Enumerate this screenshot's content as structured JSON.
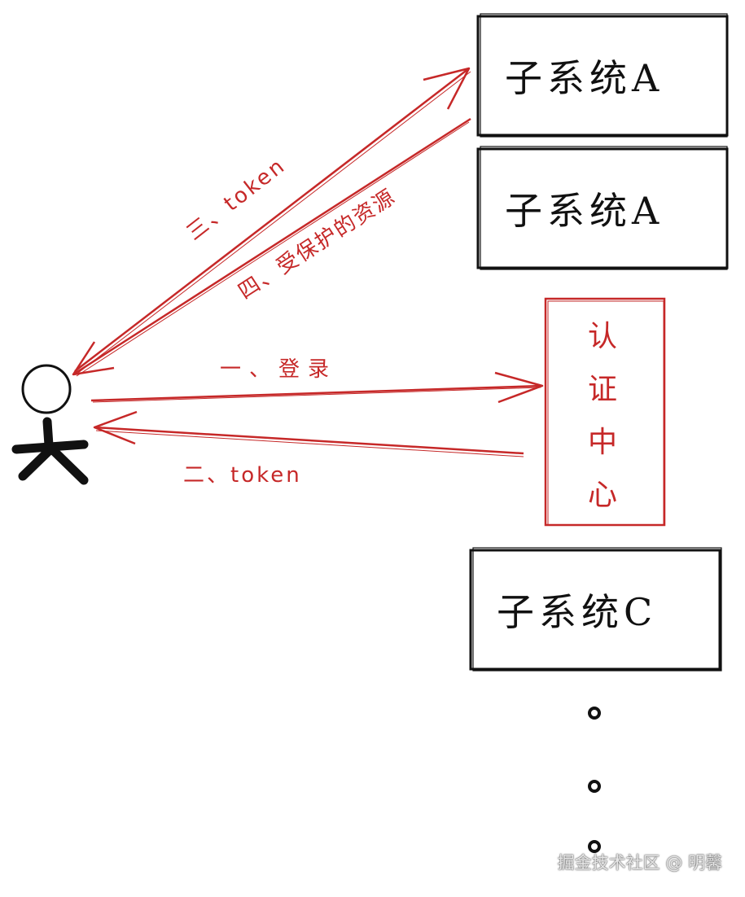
{
  "subsystems": [
    {
      "label": "子系统A"
    },
    {
      "label": "子系统A"
    },
    {
      "label": "子系统C"
    }
  ],
  "auth_center": {
    "chars": [
      "认",
      "证",
      "中",
      "心"
    ]
  },
  "arrows": {
    "login": "一、登录",
    "token_return": "二、token",
    "token_to_subsystem": "三、token",
    "protected_resource": "四、受保护的资源"
  },
  "watermark": "掘金技术社区 @ 明馨",
  "colors": {
    "accent_red": "#c62828",
    "ink": "#111111"
  }
}
